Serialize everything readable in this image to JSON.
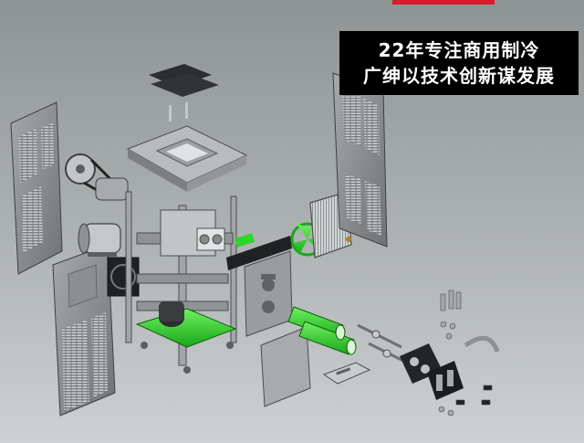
{
  "banner": {
    "line1": "22年专注商用制冷",
    "line2": "广绅以技术创新谋发展"
  },
  "colors": {
    "background_top": "#8f9595",
    "background_bottom": "#c9cdcd",
    "banner_bg": "#000000",
    "banner_text": "#ffffff",
    "accent_red": "#d61d2a",
    "part_green": "#2fd62a",
    "panel_metal": "#8a8e90"
  },
  "icons": [
    "exploded-ice-cream-machine-drawing",
    "side-panel-icon",
    "motor-icon",
    "belt-pulley-icon",
    "fan-icon",
    "condenser-icon",
    "freezing-cylinder-icon",
    "compressor-icon",
    "dispensing-head-icon",
    "screw-icon"
  ]
}
